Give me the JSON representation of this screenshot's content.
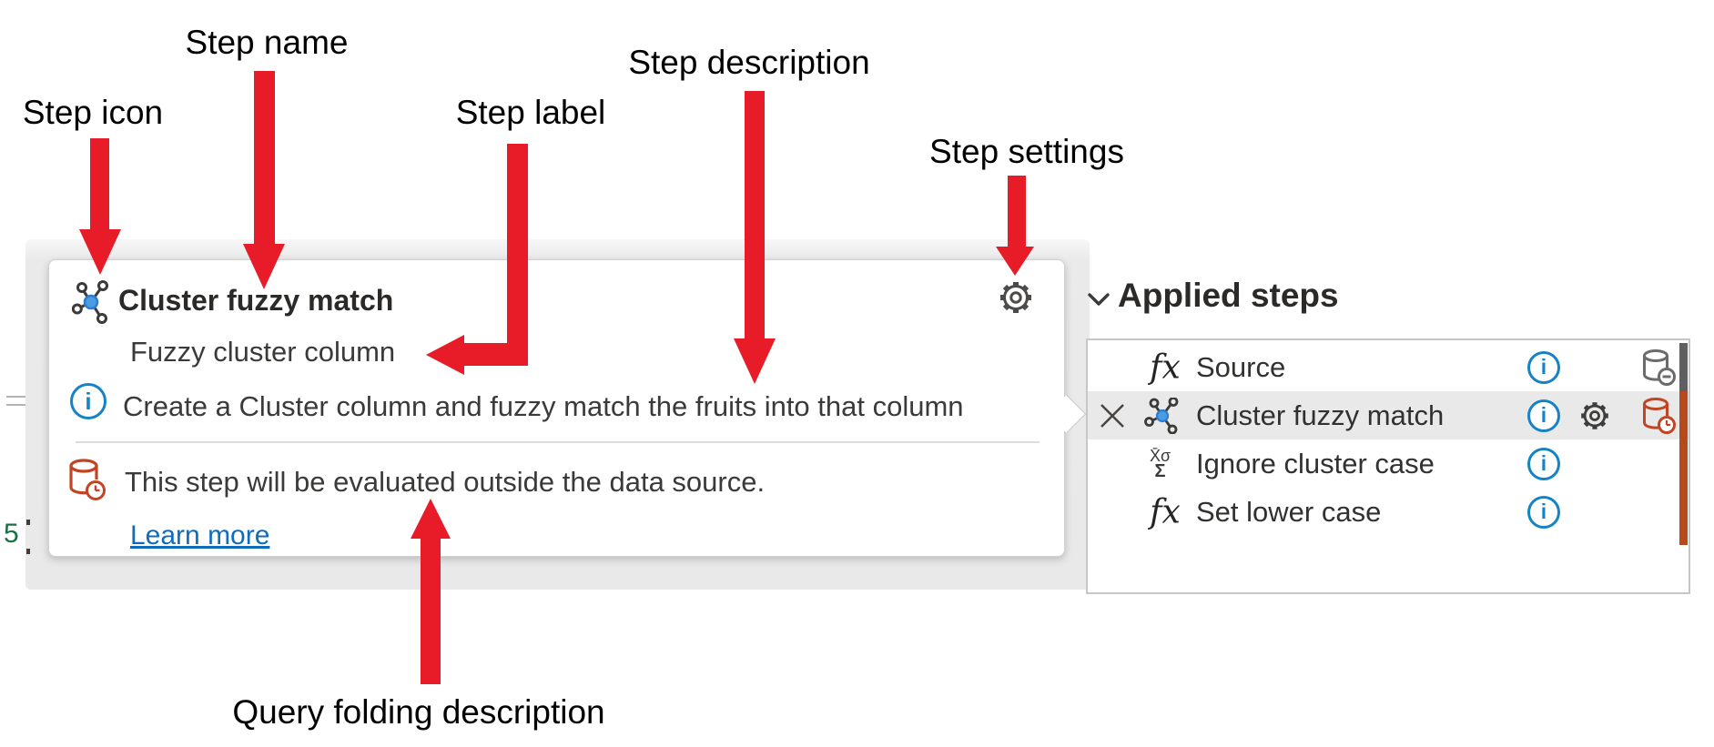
{
  "annotations": {
    "step_name": "Step name",
    "step_icon": "Step icon",
    "step_label": "Step label",
    "step_description": "Step description",
    "step_settings": "Step settings",
    "query_folding": "Query folding description"
  },
  "tooltip": {
    "title": "Cluster fuzzy match",
    "label": "Fuzzy cluster column",
    "description": "Create a Cluster column and fuzzy match the fruits into that column",
    "folding_text": "This step will be evaluated outside the data source.",
    "learn_more_label": "Learn more"
  },
  "applied_steps": {
    "header": "Applied steps",
    "steps": [
      {
        "name": "Source",
        "icon": "fx",
        "has_info": true,
        "has_settings": false,
        "folding_indicator": "folds-gray"
      },
      {
        "name": "Cluster fuzzy match",
        "icon": "cluster-fuzzy",
        "has_info": true,
        "has_settings": true,
        "folding_indicator": "not-folded-red",
        "selected": true
      },
      {
        "name": "Ignore cluster case",
        "icon": "statistics",
        "has_info": true,
        "has_settings": false,
        "folding_indicator": "none"
      },
      {
        "name": "Set lower case",
        "icon": "fx",
        "has_info": true,
        "has_settings": false,
        "folding_indicator": "none"
      }
    ]
  },
  "icons": {
    "fx": "fx",
    "info_letter": "i",
    "stats_top": "X̄σ",
    "stats_bottom": "Σ"
  },
  "editor": {
    "line_number": "5"
  },
  "colors": {
    "annotation_red": "#e81c28",
    "info_blue": "#1583c5",
    "link_blue": "#0f6cbd",
    "folding_red": "#c14524",
    "bar_orange": "#b8491c",
    "bar_gray": "#5f5f5f",
    "selected_row_bg": "#e9e9e9"
  }
}
